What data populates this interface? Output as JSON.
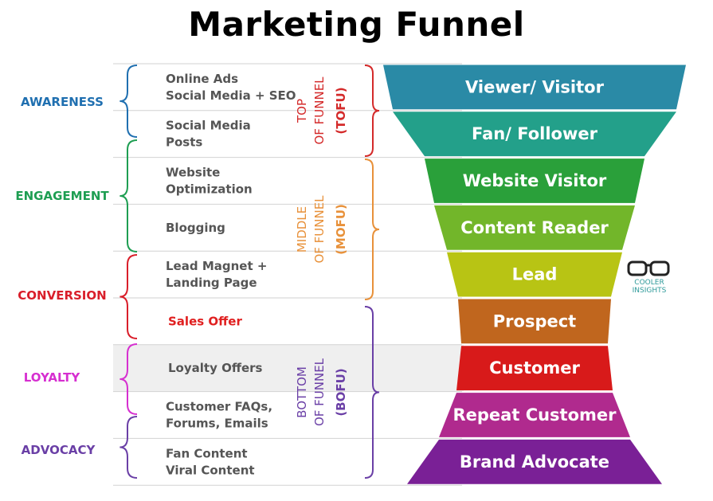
{
  "title": "Marketing Funnel",
  "stages": [
    {
      "label": "AWARENESS",
      "color": "#1f6fb0"
    },
    {
      "label": "ENGAGEMENT",
      "color": "#1e9e52"
    },
    {
      "label": "CONVERSION",
      "color": "#d91e2a"
    },
    {
      "label": "LOYALTY",
      "color": "#d62fd0"
    },
    {
      "label": "ADVOCACY",
      "color": "#6a3fa6"
    }
  ],
  "tactics": [
    {
      "lines": [
        "Online Ads",
        "Social Media + SEO"
      ]
    },
    {
      "lines": [
        "Social Media",
        "Posts"
      ]
    },
    {
      "lines": [
        "Website",
        "Optimization"
      ]
    },
    {
      "lines": [
        "Blogging"
      ]
    },
    {
      "lines": [
        "Lead Magnet +",
        "Landing Page"
      ]
    },
    {
      "lines": [
        "Sales Offer"
      ],
      "color": "#e02020"
    },
    {
      "lines": [
        "Loyalty Offers"
      ]
    },
    {
      "lines": [
        "Customer FAQs,",
        "Forums, Emails"
      ]
    },
    {
      "lines": [
        "Fan Content",
        "Viral Content"
      ]
    }
  ],
  "phases": [
    {
      "line1": "TOP",
      "line2": "OF FUNNEL",
      "abbr": "(TOFU)",
      "color": "#d42a2a"
    },
    {
      "line1": "MIDDLE",
      "line2": "OF FUNNEL",
      "abbr": "(MOFU)",
      "color": "#e8913a"
    },
    {
      "line1": "BOTTOM",
      "line2": "OF FUNNEL",
      "abbr": "(BOFU)",
      "color": "#6a3fa6"
    }
  ],
  "funnel": [
    {
      "label": "Viewer/ Visitor",
      "color": "#2a8aa6"
    },
    {
      "label": "Fan/ Follower",
      "color": "#23a08a"
    },
    {
      "label": "Website Visitor",
      "color": "#2aa03a"
    },
    {
      "label": "Content Reader",
      "color": "#72b62a"
    },
    {
      "label": "Lead",
      "color": "#b8c414"
    },
    {
      "label": "Prospect",
      "color": "#c0661e"
    },
    {
      "label": "Customer",
      "color": "#d81a1a"
    },
    {
      "label": "Repeat Customer",
      "color": "#b02a8e"
    },
    {
      "label": "Brand Advocate",
      "color": "#7a2096"
    }
  ],
  "logo": {
    "lines": [
      "COOLER",
      "INSIGHTS"
    ],
    "icon": "glasses-icon"
  }
}
